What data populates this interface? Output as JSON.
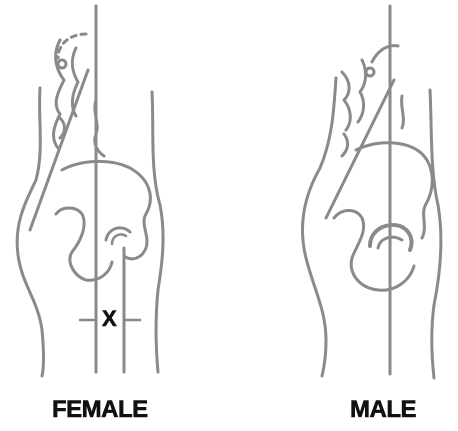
{
  "labels": {
    "female": "FEMALE",
    "male": "MALE",
    "distance_marker": "X"
  },
  "colors": {
    "line": "#8a8a8a",
    "text": "#111111",
    "background": "#ffffff"
  }
}
